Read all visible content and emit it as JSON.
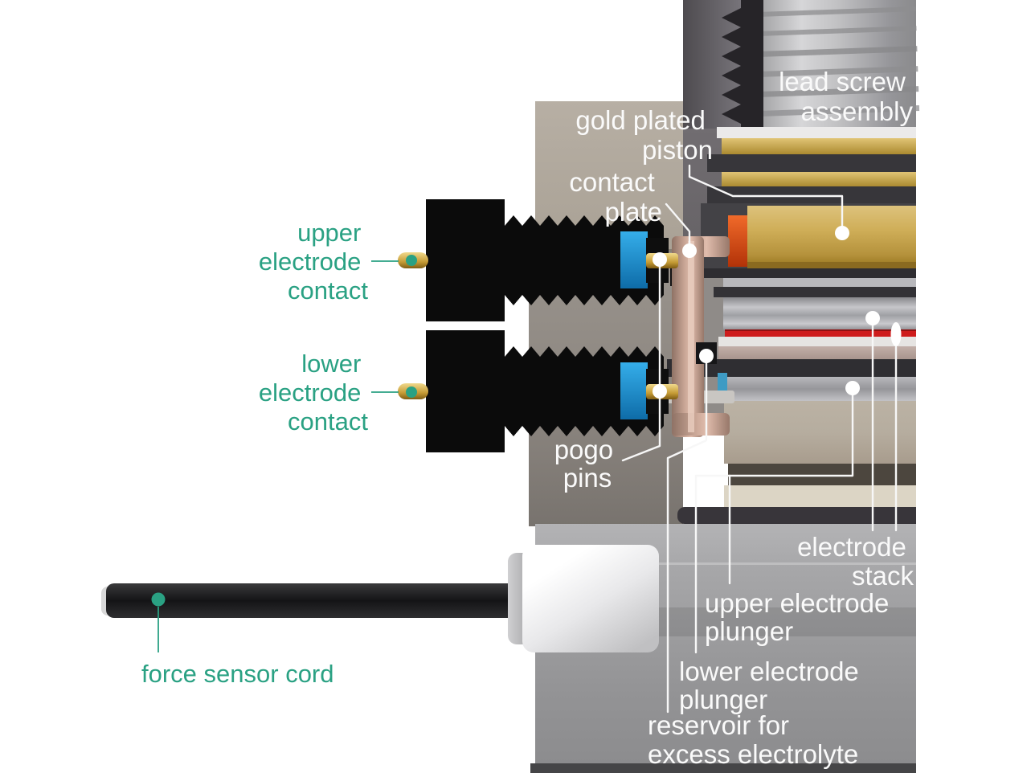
{
  "figure_type": "technical-cutaway-diagram",
  "labels": {
    "lead_screw_assembly_1": "lead screw",
    "lead_screw_assembly_2": "assembly",
    "gold_plated_piston_1": "gold plated",
    "gold_plated_piston_2": "piston",
    "contact_plate_1": "contact",
    "contact_plate_2": "plate",
    "upper_electrode_contact_1": "upper",
    "upper_electrode_contact_2": "electrode",
    "upper_electrode_contact_3": "contact",
    "lower_electrode_contact_1": "lower",
    "lower_electrode_contact_2": "electrode",
    "lower_electrode_contact_3": "contact",
    "pogo_pins_1": "pogo",
    "pogo_pins_2": "pins",
    "electrode_stack_1": "electrode",
    "electrode_stack_2": "stack",
    "upper_electrode_plunger_1": "upper electrode",
    "upper_electrode_plunger_2": "plunger",
    "lower_electrode_plunger_1": "lower electrode",
    "lower_electrode_plunger_2": "plunger",
    "reservoir_1": "reservoir for",
    "reservoir_2": "excess electrolyte",
    "force_sensor_cord": "force sensor cord"
  },
  "colors": {
    "background": "#ffffff",
    "green_label": "#2aa183",
    "white_label": "#fafafa",
    "leader_line": "#f7f7f7",
    "body_gray": "#9a9a9c",
    "tan_housing": "#b4aca1",
    "gold_layer": "#c7a44f",
    "gold_piston": "#cbab54",
    "blue_insulator": "#1f9ae0",
    "red_electrode": "#ce1c1c",
    "copper_contact_plate": "#c5a294",
    "bolt_black": "#0b0b0b",
    "cream_layer": "#dcd5c5",
    "orange_seal": "#e8571f"
  }
}
